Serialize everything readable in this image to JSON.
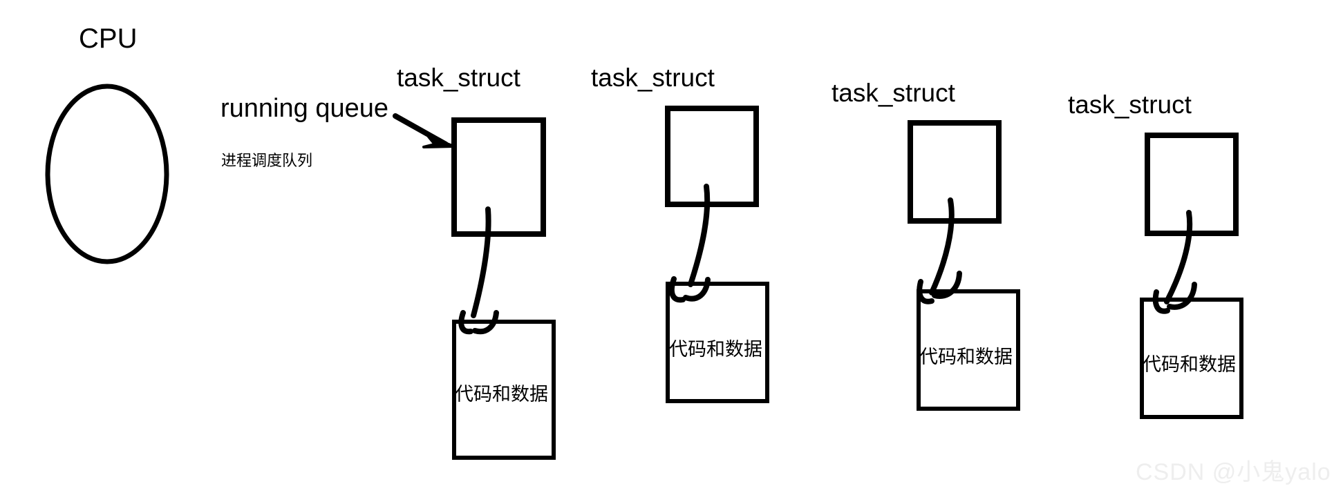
{
  "diagram": {
    "title_visible": false,
    "background_color": "#ffffff",
    "stroke_color": "#000000",
    "watermark_color": "#eeeeee",
    "cpu": {
      "label": "CPU",
      "shape": "ellipse"
    },
    "queue": {
      "label_en": "running queue",
      "label_cn": "进程调度队列",
      "arrow": "arrow-to-first-task-struct"
    },
    "columns": [
      {
        "task_label": "task_struct",
        "code_label": "代码和数据"
      },
      {
        "task_label": "task_struct",
        "code_label": "代码和数据"
      },
      {
        "task_label": "task_struct",
        "code_label": "代码和数据"
      },
      {
        "task_label": "task_struct",
        "code_label": "代码和数据"
      }
    ],
    "watermark": "CSDN @小鬼yalo"
  }
}
